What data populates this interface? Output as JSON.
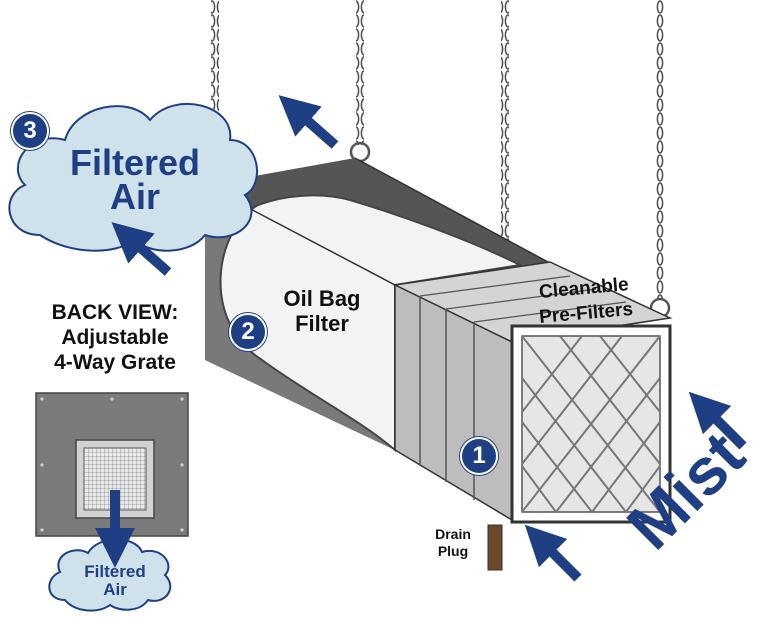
{
  "colors": {
    "navy": "#1f3f85",
    "cloud_fill": "#cfe2ec",
    "housing_dark": "#707070",
    "housing_mid": "#9a9a9a",
    "prefilter": "#c9c9c9",
    "bag": "#f4f4f4"
  },
  "cloud_main": {
    "line1": "Filtered",
    "line2": "Air"
  },
  "cloud_small": {
    "line1": "Filtered",
    "line2": "Air"
  },
  "back_view": {
    "line1": "BACK VIEW:",
    "line2": "Adjustable",
    "line3": "4-Way Grate"
  },
  "bag_label": {
    "line1": "Oil Bag",
    "line2": "Filter"
  },
  "prefilter_label": {
    "line1": "Cleanable",
    "line2": "Pre-Filters"
  },
  "drain_label": {
    "line1": "Drain",
    "line2": "Plug"
  },
  "mist_label": "Mist",
  "badges": {
    "one": "1",
    "two": "2",
    "three": "3"
  },
  "icons": [
    "chain-icon",
    "arrow-icon",
    "cloud-icon",
    "filter-grid-icon",
    "grate-icon"
  ]
}
